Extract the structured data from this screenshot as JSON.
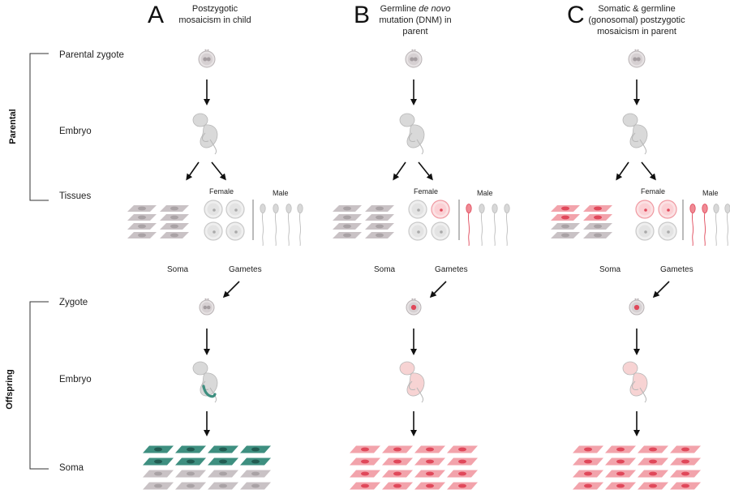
{
  "side_labels": {
    "parental": "Parental",
    "offspring": "Offspring"
  },
  "row_labels": {
    "parental_zygote": "Parental zygote",
    "embryo_parent": "Embryo",
    "tissues": "Tissues",
    "zygote": "Zygote",
    "embryo_offspring": "Embryo",
    "soma": "Soma"
  },
  "panels": [
    {
      "letter": "A",
      "title_lines": [
        "Postzygotic",
        "mosaicism in child"
      ],
      "female_label": "Female",
      "male_label": "Male",
      "soma_label": "Soma",
      "gametes_label": "Gametes"
    },
    {
      "letter": "B",
      "title_before": "Germline ",
      "title_italic": "de novo",
      "title_line2": "mutation (DNM) in",
      "title_line3": "parent",
      "female_label": "Female",
      "male_label": "Male",
      "soma_label": "Soma",
      "gametes_label": "Gametes"
    },
    {
      "letter": "C",
      "title_lines": [
        "Somatic & germline",
        "(gonosomal) postzygotic",
        "mosaicism in parent"
      ],
      "female_label": "Female",
      "male_label": "Male",
      "soma_label": "Soma",
      "gametes_label": "Gametes"
    }
  ],
  "colors": {
    "normal_cell": "#c9c2c5",
    "normal_nucleus": "#a9a2a5",
    "mutant_cell": "#f2a3ab",
    "mutant_nucleus": "#e0485a",
    "mosaic_teal": "#3e8f80",
    "embryo_gray": "#d9d9d9",
    "embryo_pink": "#f7d3d3"
  }
}
